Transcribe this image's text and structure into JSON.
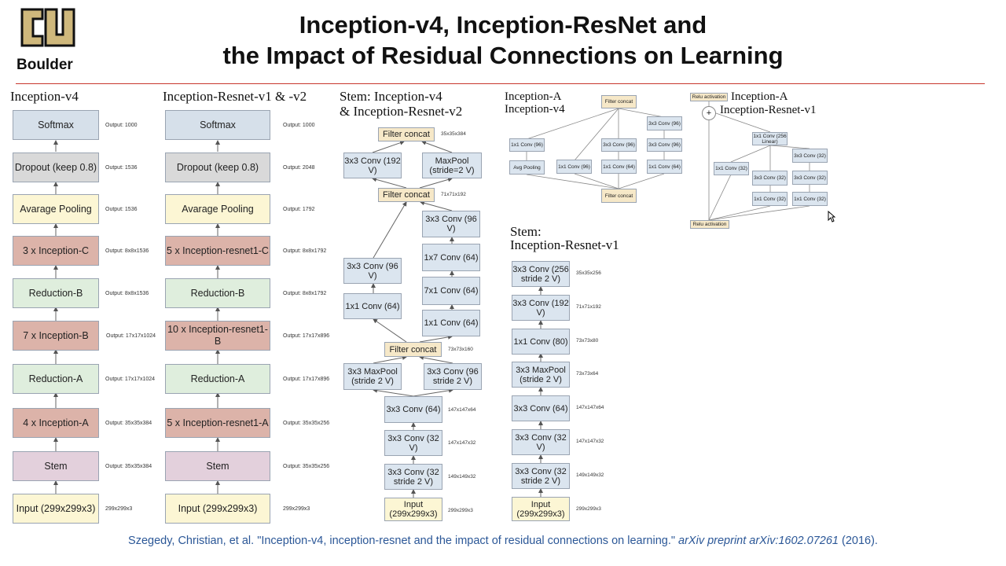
{
  "header": {
    "title_line1": "Inception-v4, Inception-ResNet and",
    "title_line2": "the Impact of Residual Connections on Learning",
    "logo_text": "Boulder",
    "logo_letters": "CU",
    "rule_color": "#c8372d"
  },
  "inception_v4": {
    "title": "Inception-v4",
    "blocks": [
      {
        "label": "Softmax",
        "output": "Output: 1000"
      },
      {
        "label": "Dropout (keep 0.8)",
        "output": "Output: 1536"
      },
      {
        "label": "Avarage Pooling",
        "output": "Output: 1536"
      },
      {
        "label": "3 x Inception-C",
        "output": "Output: 8x8x1536"
      },
      {
        "label": "Reduction-B",
        "output": "Output: 8x8x1536"
      },
      {
        "label": "7 x Inception-B",
        "output": "Output: 17x17x1024"
      },
      {
        "label": "Reduction-A",
        "output": "Output: 17x17x1024"
      },
      {
        "label": "4 x Inception-A",
        "output": "Output: 35x35x384"
      },
      {
        "label": "Stem",
        "output": "Output: 35x35x384"
      },
      {
        "label": "Input (299x299x3)",
        "output": "299x299x3"
      }
    ]
  },
  "inception_resnet": {
    "title": "Inception-Resnet-v1 & -v2",
    "blocks": [
      {
        "label": "Softmax",
        "output": "Output: 1000"
      },
      {
        "label": "Dropout (keep 0.8)",
        "output": "Output: 2048"
      },
      {
        "label": "Avarage Pooling",
        "output": "Output: 1792"
      },
      {
        "label": "5 x Inception-resnet1-C",
        "output": "Output: 8x8x1792"
      },
      {
        "label": "Reduction-B",
        "output": "Output: 8x8x1792"
      },
      {
        "label": "10 x Inception-resnet1-B",
        "output": "Output: 17x17x896"
      },
      {
        "label": "Reduction-A",
        "output": "Output: 17x17x896"
      },
      {
        "label": "5 x Inception-resnet1-A",
        "output": "Output: 35x35x256"
      },
      {
        "label": "Stem",
        "output": "Output: 35x35x256"
      },
      {
        "label": "Input (299x299x3)",
        "output": "299x299x3"
      }
    ]
  },
  "stem_v4": {
    "title_line1": "Stem:  Inception-v4",
    "title_line2": "& Inception-Resnet-v2",
    "filter_concat_top": "Filter concat",
    "size_top": "35x35x384",
    "conv_192": "3x3 Conv (192 V)",
    "maxpool_s2": "MaxPool (stride=2 V)",
    "filter_concat_mid": "Filter concat",
    "size_mid": "71x71x192",
    "left_3x3": "3x3 Conv (96 V)",
    "left_1x1": "1x1 Conv (64)",
    "right_3x3": "3x3 Conv (96 V)",
    "right_1x7": "1x7 Conv (64)",
    "right_7x1": "7x1 Conv (64)",
    "right_1x1": "1x1 Conv (64)",
    "filter_concat_low": "Filter concat",
    "size_low": "73x73x160",
    "maxpool_low": "3x3 MaxPool (stride 2 V)",
    "conv_low": "3x3 Conv (96 stride 2 V)",
    "conv64": "3x3 Conv (64)",
    "size_64": "147x147x64",
    "conv32": "3x3 Conv (32 V)",
    "size_32": "147x147x32",
    "conv32s2": "3x3 Conv (32 stride 2 V)",
    "size_32s2": "149x149x32",
    "input": "Input (299x299x3)",
    "size_input": "299x299x3"
  },
  "inception_a_v4": {
    "title_line1": "Inception-A",
    "title_line2": "Inception-v4",
    "filter_concat": "Filter concat",
    "b1_1x1": "1x1 Conv (96)",
    "b1_pool": "Avg Pooling",
    "b2_1x1": "1x1 Conv (96)",
    "b3_3x3": "3x3 Conv (96)",
    "b3_1x1": "1x1 Conv (64)",
    "b4_3x3a": "3x3 Conv (96)",
    "b4_3x3b": "3x3 Conv (96)",
    "b4_1x1": "1x1 Conv (64)",
    "filter_concat_bottom": "Filter concat"
  },
  "stem_resnet_v1": {
    "title_line1": "Stem:",
    "title_line2": "Inception-Resnet-v1",
    "layers": [
      {
        "label": "3x3 Conv (256 stride 2 V)",
        "size": "35x35x256"
      },
      {
        "label": "3x3 Conv (192 V)",
        "size": "71x71x192"
      },
      {
        "label": "1x1 Conv (80)",
        "size": "73x73x80"
      },
      {
        "label": "3x3 MaxPool (stride 2 V)",
        "size": "73x73x64"
      },
      {
        "label": "3x3 Conv (64)",
        "size": "147x147x64"
      },
      {
        "label": "3x3 Conv (32 V)",
        "size": "147x147x32"
      },
      {
        "label": "3x3 Conv (32 stride 2 V)",
        "size": "149x149x32"
      },
      {
        "label": "Input (299x299x3)",
        "size": "299x299x3"
      }
    ]
  },
  "inception_a_resnet": {
    "title_line1": "Inception-A",
    "title_line2": "Inception-Resnet-v1",
    "relu_top": "Relu activation",
    "plus": "+",
    "linear": "1x1 Conv (256 Linear)",
    "b1": "1x1 Conv (32)",
    "b2_3x3": "3x3 Conv (32)",
    "b2_1x1": "1x1 Conv (32)",
    "b3_3x3a": "3x3 Conv (32)",
    "b3_3x3b": "3x3 Conv (32)",
    "b3_1x1": "1x1 Conv (32)",
    "relu_bottom": "Relu activation"
  },
  "citation": {
    "authors": "Szegedy, Christian, et al. \"Inception-v4, inception-resnet and the impact of residual connections on learning.\" ",
    "venue": "arXiv preprint arXiv:1602.07261",
    "year": " (2016)."
  },
  "colors": {
    "softmax": "#d6e0ea",
    "dropout": "#d9d9d9",
    "pooling": "#fcf6d4",
    "inception": "#dcb3a9",
    "reduction": "#dfeedd",
    "stem": "#e3d0dc",
    "citation": "#2b5797"
  }
}
